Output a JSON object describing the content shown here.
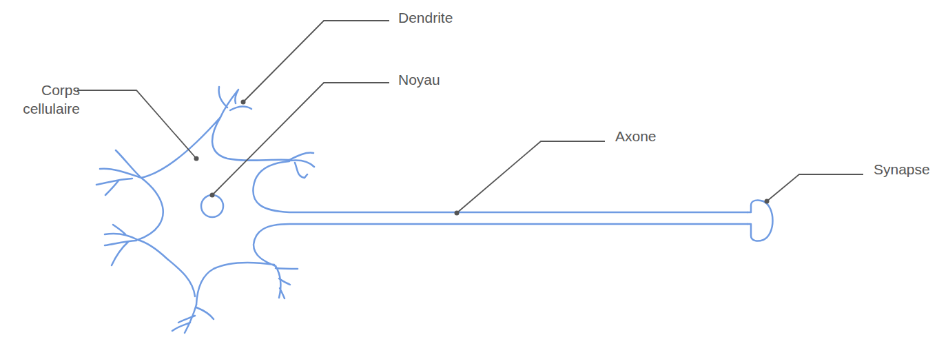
{
  "diagram": {
    "labels": [
      "Dendrite",
      "Corps cellulaire",
      "Noyau",
      "Axone",
      "Synapse"
    ]
  }
}
